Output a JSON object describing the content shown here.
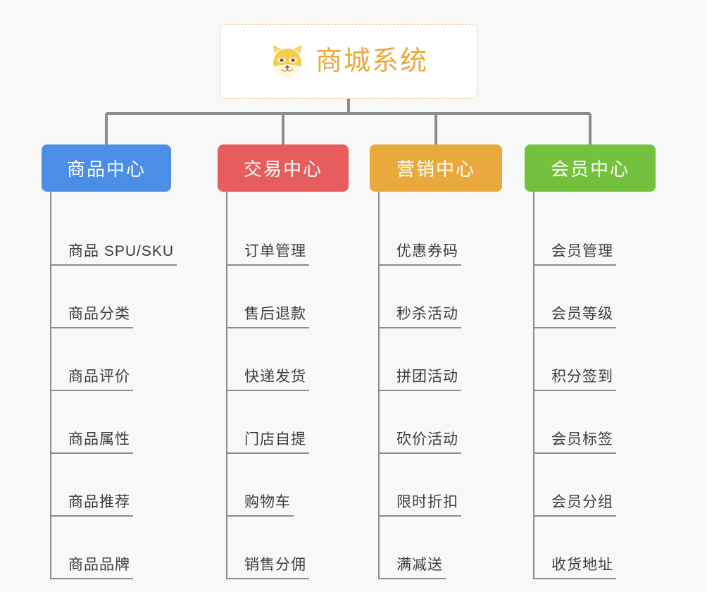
{
  "page": {
    "background_color": "#f8f8f8",
    "type": "mindmap-org-chart"
  },
  "root": {
    "title": "商城系统",
    "icon": "shiba-dog-face-emoji",
    "title_color": "#e9a93c",
    "border_color": "#e8b871",
    "background_color": "#ffffff"
  },
  "branches": [
    {
      "label": "商品中心",
      "color": "#4a8ee8",
      "items": [
        "商品 SPU/SKU",
        "商品分类",
        "商品评价",
        "商品属性",
        "商品推荐",
        "商品品牌"
      ]
    },
    {
      "label": "交易中心",
      "color": "#e75c5c",
      "items": [
        "订单管理",
        "售后退款",
        "快递发货",
        "门店自提",
        "购物车",
        "销售分佣"
      ]
    },
    {
      "label": "营销中心",
      "color": "#eaa93c",
      "items": [
        "优惠券码",
        "秒杀活动",
        "拼团活动",
        "砍价活动",
        "限时折扣",
        "满减送"
      ]
    },
    {
      "label": "会员中心",
      "color": "#74c13d",
      "items": [
        "会员管理",
        "会员等级",
        "积分签到",
        "会员标签",
        "会员分组",
        "收货地址"
      ]
    }
  ],
  "connector": {
    "color": "#8c8c8c"
  }
}
